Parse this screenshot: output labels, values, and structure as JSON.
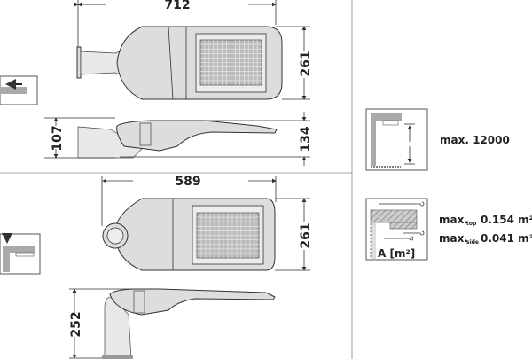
{
  "drawing": {
    "top_view_1": {
      "width_dim": "712",
      "depth_dim": "261"
    },
    "side_view_1": {
      "bracket_dim": "107",
      "height_dim": "134"
    },
    "top_view_2": {
      "width_dim": "589",
      "depth_dim": "261"
    },
    "side_view_2": {
      "height_dim": "252"
    }
  },
  "specs": {
    "mounting_height": {
      "text": "max. 12000"
    },
    "wind_area": {
      "icon_label": "A [m²]",
      "top_prefix": "max.",
      "top_sub": "top",
      "top_value": "0.154 m²",
      "side_prefix": "max.",
      "side_sub": "side",
      "side_value": "0.041 m²"
    }
  },
  "colors": {
    "line": "#333333",
    "fill": "#dddddd",
    "hatch": "#999999"
  }
}
